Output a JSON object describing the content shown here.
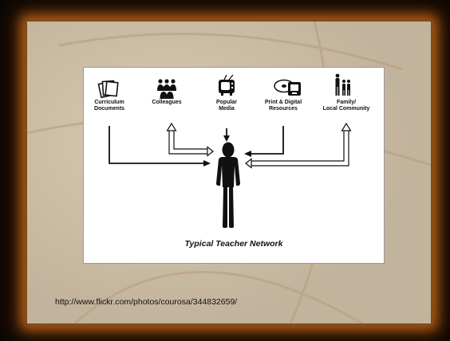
{
  "diagram": {
    "sources": [
      {
        "icon": "documents-icon",
        "label": "Curriculum\nDocuments"
      },
      {
        "icon": "colleagues-icon",
        "label": "Colleagues"
      },
      {
        "icon": "television-icon",
        "label": "Popular\nMedia"
      },
      {
        "icon": "print-digital-icon",
        "label": "Print & Digital\nResources"
      },
      {
        "icon": "family-icon",
        "label": "Family/\nLocal Community"
      }
    ],
    "center_icon": "teacher-figure-icon",
    "caption": "Typical Teacher Network"
  },
  "source_url": "http://www.flickr.com/photos/courosa/344832659/",
  "colors": {
    "outer_background": "#0c0704",
    "slide_background": "#c9bba6",
    "glow": "#b5621a",
    "diagram_background": "#ffffff",
    "ink": "#111111"
  }
}
